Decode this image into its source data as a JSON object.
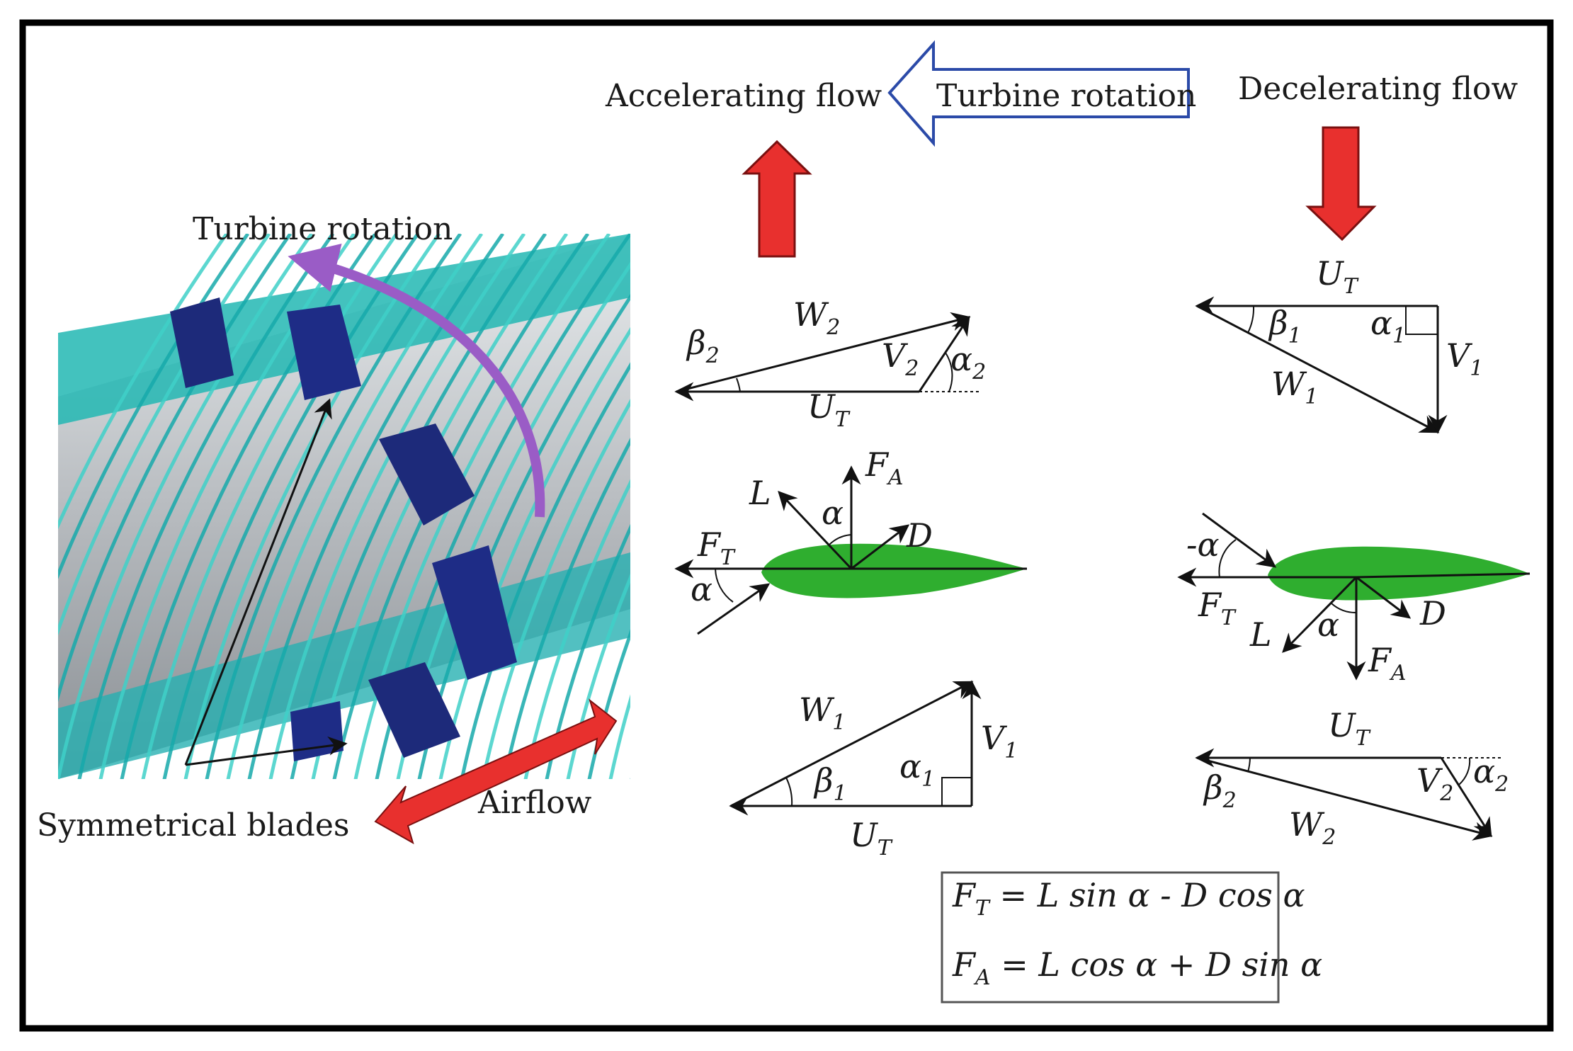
{
  "colors": {
    "frame": "#000000",
    "arrow_red": "#e8302e",
    "arrow_blue": "#2b4aa8",
    "airfoil": "#2fae2f",
    "rotor_cyan": "#21b3b4",
    "blade": "#1d2a7a",
    "rotation_purple": "#9a5cc6"
  },
  "labels": {
    "accelerating_flow": "Accelerating flow",
    "turbine_rotation_top": "Turbine rotation",
    "decelerating_flow": "Decelerating flow",
    "turbine_rotation_left": "Turbine rotation",
    "symmetrical_blades": "Symmetrical blades",
    "airflow": "Airflow"
  },
  "symbols": {
    "W": "W",
    "V": "V",
    "U": "U",
    "T": "T",
    "beta": "β",
    "alpha": "α",
    "neg_alpha": "-α",
    "L": "L",
    "D": "D",
    "F": "F",
    "A": "A",
    "s1": "1",
    "s2": "2"
  },
  "equations": {
    "ft_lhs": "F",
    "ft_sub": "T",
    "ft_rhs": " = L sin α - D cos α",
    "fa_lhs": "F",
    "fa_sub": "A",
    "fa_rhs": " = L cos α + D sin α"
  }
}
